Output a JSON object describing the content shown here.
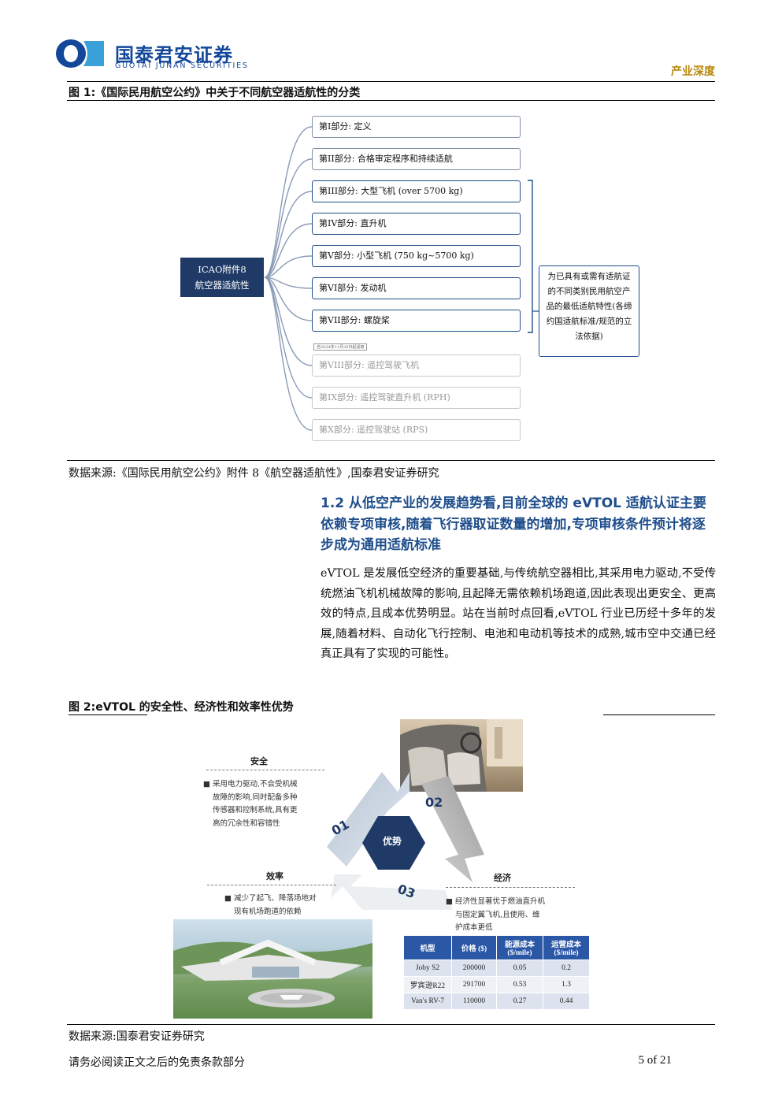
{
  "header": {
    "brand_cn": "国泰君安证券",
    "brand_en": "GUOTAI JUNAN SECURITIES",
    "report_type": "产业深度",
    "brand_color": "#12479a"
  },
  "figure1": {
    "title": "图 1:《国际民用航空公约》中关于不同航空器适航性的分类",
    "root": [
      "ICAO附件8",
      "航空器适航性"
    ],
    "parts": [
      {
        "label": "第I部分: 定义",
        "style": "plain"
      },
      {
        "label": "第II部分: 合格审定程序和持续适航",
        "style": "plain"
      },
      {
        "label": "第III部分: 大型飞机 (over 5700 kg)",
        "style": "blue"
      },
      {
        "label": "第IV部分: 直升机",
        "style": "blue"
      },
      {
        "label": "第V部分: 小型飞机 (750 kg~5700 kg)",
        "style": "blue"
      },
      {
        "label": "第VI部分: 发动机",
        "style": "blue"
      },
      {
        "label": "第VII部分: 螺旋桨",
        "style": "blue"
      },
      {
        "label": "第VIII部分: 遥控驾驶飞机",
        "style": "grey"
      },
      {
        "label": "第IX部分: 遥控驾驶直升机 (RPH)",
        "style": "grey"
      },
      {
        "label": "第X部分: 遥控驾驶站 (RPS)",
        "style": "grey"
      }
    ],
    "tag": "自2024年11月26日起适用",
    "note": "为已具有或需有适航证的不同类别民用航空产品的最低适航特性(各缔约国适航标准/规范的立法依据)",
    "source": "数据来源:《国际民用航空公约》附件 8《航空器适航性》,国泰君安证券研究"
  },
  "section": {
    "heading": "1.2 从低空产业的发展趋势看,目前全球的 eVTOL 适航认证主要依赖专项审核,随着飞行器取证数量的增加,专项审核条件预计将逐步成为通用适航标准",
    "body": "eVTOL 是发展低空经济的重要基础,与传统航空器相比,其采用电力驱动,不受传统燃油飞机机械故障的影响,且起降无需依赖机场跑道,因此表现出更安全、更高效的特点,且成本优势明显。站在当前时点回看,eVTOL 行业已历经十多年的发展,随着材料、自动化飞行控制、电池和电动机等技术的成熟,城市空中交通已经真正具有了实现的可能性。"
  },
  "figure2": {
    "title": "图 2:eVTOL 的安全性、经济性和效率性优势",
    "center": "优势",
    "nums": [
      "01",
      "02",
      "03"
    ],
    "safety": {
      "label": "安全",
      "text": [
        "■ 采用电力驱动,不会受机械",
        "故障的影响,同时配备多种",
        "传感器和控制系统,具有更",
        "高的冗余性和容错性"
      ]
    },
    "efficiency": {
      "label": "效率",
      "text": [
        "■ 减少了起飞、降落场地对",
        "现有机场跑道的依赖"
      ]
    },
    "economy": {
      "label": "经济",
      "text": [
        "■ 经济性显著优于燃油直升机",
        "与固定翼飞机,且使用、维",
        "护成本更低"
      ]
    },
    "table": {
      "headers": [
        "机型",
        "价格 ($)",
        "能源成本 ($/mile)",
        "运营成本 ($/mile)"
      ],
      "rows": [
        [
          "Joby S2",
          "200000",
          "0.05",
          "0.2"
        ],
        [
          "罗宾逊R22",
          "291700",
          "0.53",
          "1.3"
        ],
        [
          "Van's RV-7",
          "110000",
          "0.27",
          "0.44"
        ]
      ]
    },
    "source": "数据来源:国泰君安证券研究"
  },
  "footer": {
    "disclaimer": "请务必阅读正文之后的免责条款部分",
    "page": "5 of 21"
  }
}
